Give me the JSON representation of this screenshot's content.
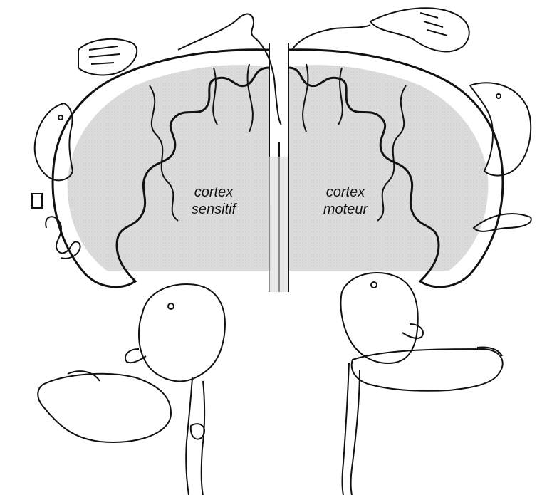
{
  "labels": {
    "sensory": {
      "line1": "cortex",
      "line2": "sensitif"
    },
    "motor": {
      "line1": "cortex",
      "line2": "moteur"
    }
  },
  "colors": {
    "ink": "#111111",
    "cortex_fill": "#d9d9d9",
    "paper": "#ffffff"
  }
}
